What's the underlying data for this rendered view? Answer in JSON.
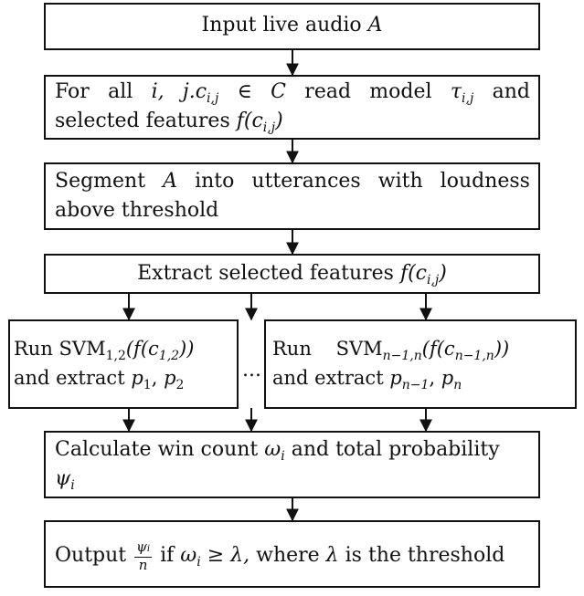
{
  "steps": {
    "input": {
      "a": "Input live audio",
      "b": "A"
    },
    "read": {
      "a": "For all",
      "b": "i, j.c",
      "c": "i,j",
      "d": "∈",
      "e": "C",
      "f": "read model",
      "g": "τ",
      "h": "i,j",
      "k": "and",
      "l2a": "selected features",
      "l2b": "f(c",
      "l2c": "i,j",
      "l2d": ")"
    },
    "segment": {
      "a": "Segment",
      "b": "A",
      "c": "into utterances with loudness",
      "l2": "above threshold"
    },
    "extract": {
      "a": "Extract selected features",
      "b": "f(c",
      "c": "i,j",
      "d": ")"
    },
    "svm_left": {
      "a": "Run SVM",
      "b": "1,2",
      "c": "(f(c",
      "d": "1,2",
      "e": "))",
      "f": "and extract",
      "g": "p",
      "h": "1",
      "k": ", ",
      "l": "p",
      "m": "2"
    },
    "ellipsis": "...",
    "svm_right": {
      "a": "Run",
      "b": "SVM",
      "c": "n−1,n",
      "d": "(f(c",
      "e": "n−1,n",
      "f": "))",
      "g": "and extract",
      "h": "p",
      "k": "n−1",
      "l": ", ",
      "m": "p",
      "n": "n"
    },
    "calculate": {
      "a": "Calculate win count",
      "b": "ω",
      "c": "i",
      "d": "and total probability",
      "l2a": "ψ",
      "l2b": "i"
    },
    "output": {
      "a": "Output",
      "num_a": "ψ",
      "num_b": "i",
      "den": "n",
      "b": "if",
      "c": "ω",
      "d": "i",
      "e": "≥ λ,",
      "f": "where",
      "g": "λ",
      "h": "is the threshold"
    }
  }
}
